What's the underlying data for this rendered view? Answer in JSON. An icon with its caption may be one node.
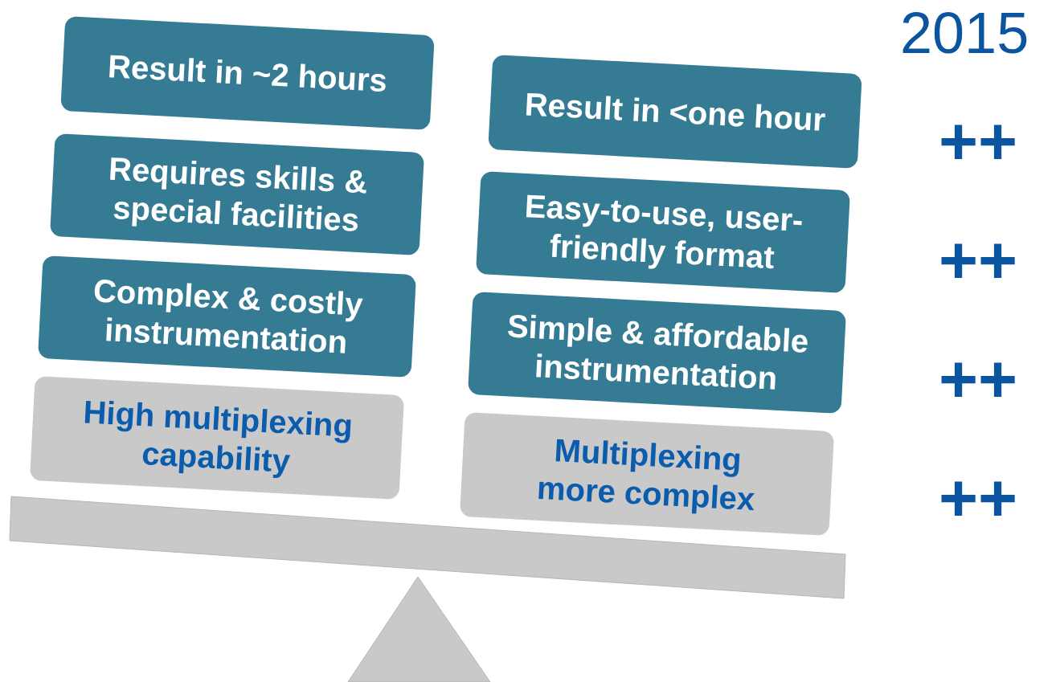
{
  "diagram": {
    "nodes": [
      {
        "text": [
          "Result in ~2 hours"
        ]
      },
      {
        "text": [
          "Result in <one hour"
        ]
      },
      {
        "text": [
          "Requires skills & special facilities"
        ]
      },
      {
        "text": [
          "Easy-to-use, user-friendly format"
        ]
      },
      {
        "text": [
          "Complex & costly instrumentation"
        ]
      },
      {
        "text": [
          "Simple & affordable instrumentation"
        ]
      },
      {
        "text": [
          "High multiplexing capability"
        ]
      },
      {
        "text": [
          "Multiplexing more complex"
        ]
      }
    ],
    "labels": [
      "2015",
      "++",
      "++",
      "++",
      "++"
    ]
  }
}
